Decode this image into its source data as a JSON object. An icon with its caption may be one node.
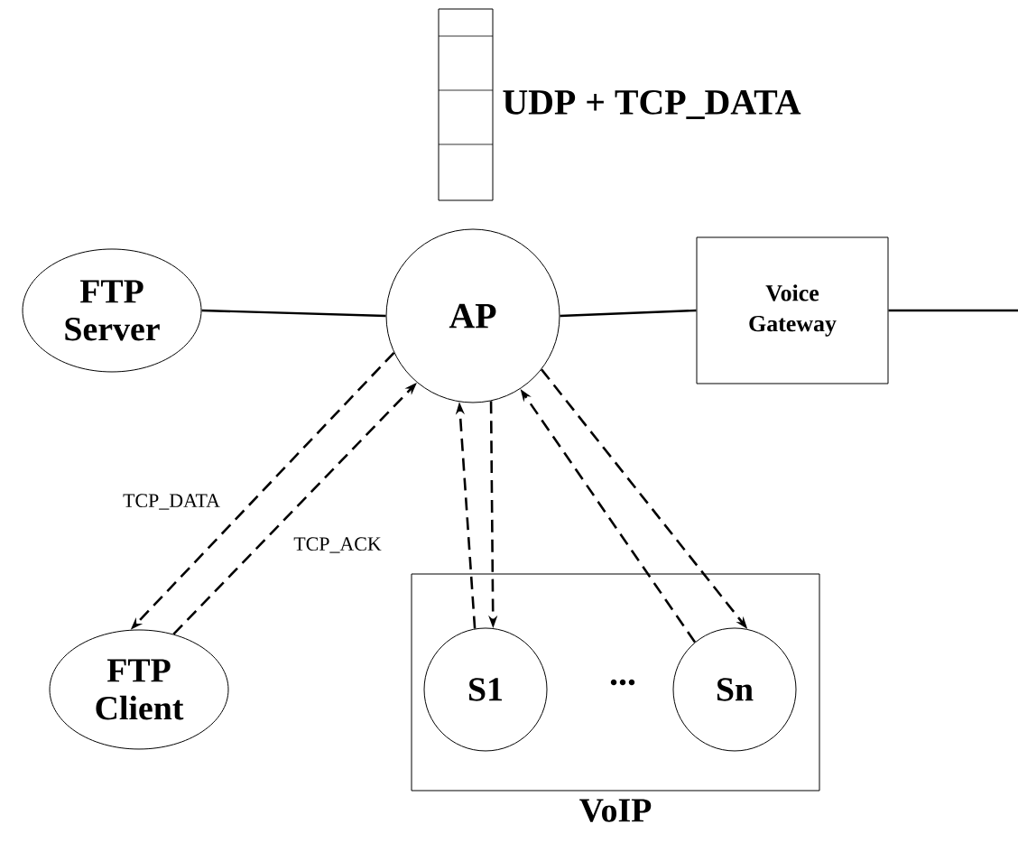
{
  "diagram": {
    "nodes": [
      {
        "text": [],
        "shape": "box",
        "beside": [
          "UDP + TCP_DATA"
        ]
      },
      {
        "text": [
          "FTP Server"
        ]
      },
      {
        "text": [
          "AP"
        ]
      },
      {
        "text": [
          "Voice Gateway"
        ]
      },
      {
        "text": [
          "FTP Client"
        ]
      },
      {
        "text": [
          "VoIP"
        ]
      },
      {
        "text": [
          "S1"
        ],
        "in": 5
      },
      {
        "text": [
          "Sn"
        ],
        "in": 5
      }
    ],
    "edges": [
      {
        "from": 1,
        "to": 2,
        "arrow": "none"
      },
      {
        "from": 2,
        "to": 3,
        "arrow": "none"
      },
      {
        "from": 3,
        "to": null,
        "arrow": "none"
      },
      {
        "from": 2,
        "to": 4,
        "arrow": "to",
        "style": "dashed",
        "label": "TCP_DATA"
      },
      {
        "from": 4,
        "to": 2,
        "arrow": "to",
        "style": "dashed",
        "label": "TCP_ACK"
      },
      {
        "from": 6,
        "to": 2,
        "arrow": "to",
        "style": "dashed"
      },
      {
        "from": 2,
        "to": 6,
        "arrow": "to",
        "style": "dashed"
      },
      {
        "from": 7,
        "to": 2,
        "arrow": "to",
        "style": "dashed"
      },
      {
        "from": 2,
        "to": 7,
        "arrow": "to",
        "style": "dashed"
      }
    ],
    "labels": [
      "..."
    ]
  }
}
